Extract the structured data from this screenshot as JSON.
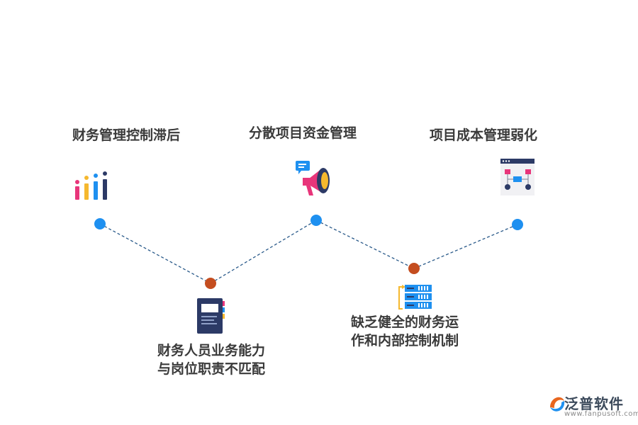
{
  "nodes": [
    {
      "id": "top1",
      "label": "财务管理控制滞后",
      "icon": "bar-chart-icon"
    },
    {
      "id": "bottom1",
      "label": [
        "财务人员业务能力",
        "与岗位职责不匹配"
      ],
      "icon": "document-icon"
    },
    {
      "id": "top2",
      "label": "分散项目资金管理",
      "icon": "megaphone-icon"
    },
    {
      "id": "bottom2",
      "label": [
        "缺乏健全的财务运",
        "作和内部控制机制"
      ],
      "icon": "server-rack-icon"
    },
    {
      "id": "top3",
      "label": "项目成本管理弱化",
      "icon": "flowchart-window-icon"
    }
  ],
  "colors": {
    "top_dot": "#1e90f0",
    "bottom_dot": "#c44d1f",
    "line": "#2a5a8a",
    "text": "#3a3a3a"
  },
  "logo": {
    "name": "泛普软件",
    "url": "www.fanpusoft.com"
  }
}
